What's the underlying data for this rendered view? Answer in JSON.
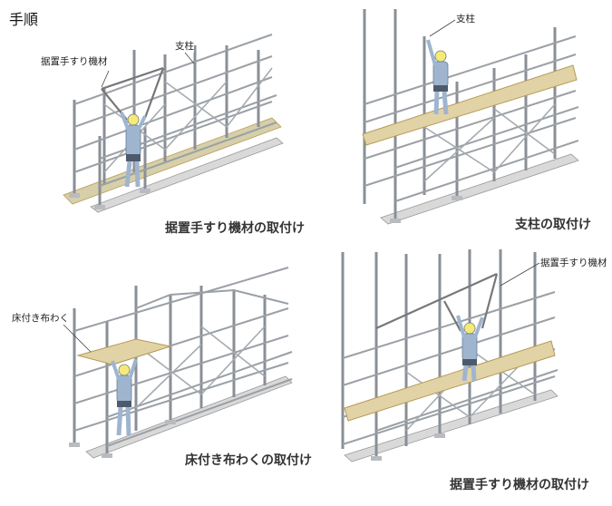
{
  "heading": "手順",
  "panels": [
    {
      "caption": "据置手すり機材の取付け",
      "labels": [
        "据置手すり機材",
        "支柱"
      ]
    },
    {
      "caption": "支柱の取付け",
      "labels": [
        "支柱"
      ]
    },
    {
      "caption": "床付き布わくの取付け",
      "labels": [
        "床付き布わく"
      ]
    },
    {
      "caption": "据置手すり機材の取付け",
      "labels": [
        "据置手すり機材"
      ]
    }
  ],
  "colors": {
    "pipe": "#8a8f96",
    "pipe_light": "#c9cdd2",
    "board": "#e2d3a6",
    "board_edge": "#b59a57",
    "worker": "#9fb5cf",
    "helmet": "#f3ea7a"
  }
}
